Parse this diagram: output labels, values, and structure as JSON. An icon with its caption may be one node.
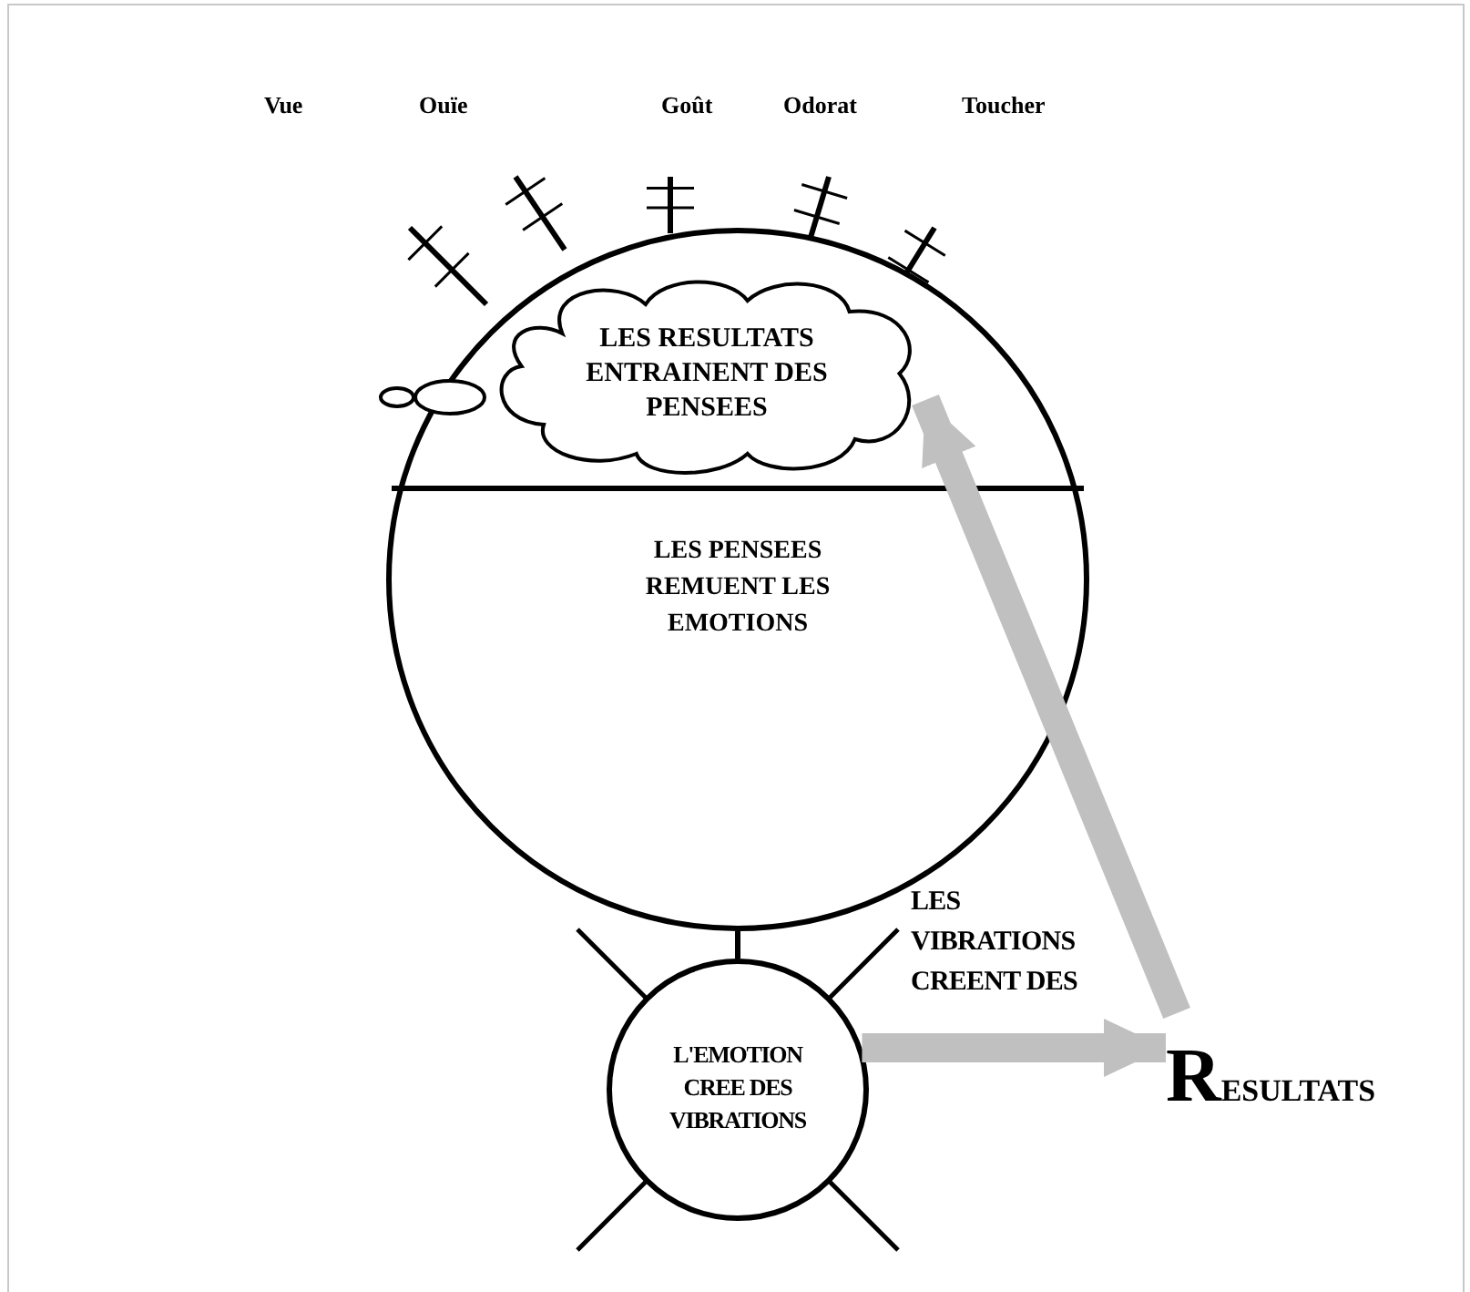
{
  "diagram": {
    "nodes": [
      {
        "text": [
          "LES PENSEES REMUENT LES EMOTIONS"
        ]
      },
      {
        "text": [
          "LES RESULTATS ENTRAINENT DES PENSEES"
        ],
        "in": 0
      },
      {
        "text": [
          "L'EMOTION CREE DES VIBRATIONS"
        ]
      },
      {
        "text": [
          "RESULTATS"
        ]
      }
    ],
    "edges": [
      {
        "from": 0,
        "to": 2,
        "arrow": "none",
        "color": "#000000"
      },
      {
        "from": 2,
        "to": 3,
        "arrow": "to"
      },
      {
        "from": 3,
        "to": 1,
        "arrow": "to"
      }
    ],
    "labels": [
      "Vue",
      "Ouïe",
      "Goût",
      "Odorat",
      "Toucher",
      "LES VIBRATIONS CREENT DES"
    ]
  }
}
